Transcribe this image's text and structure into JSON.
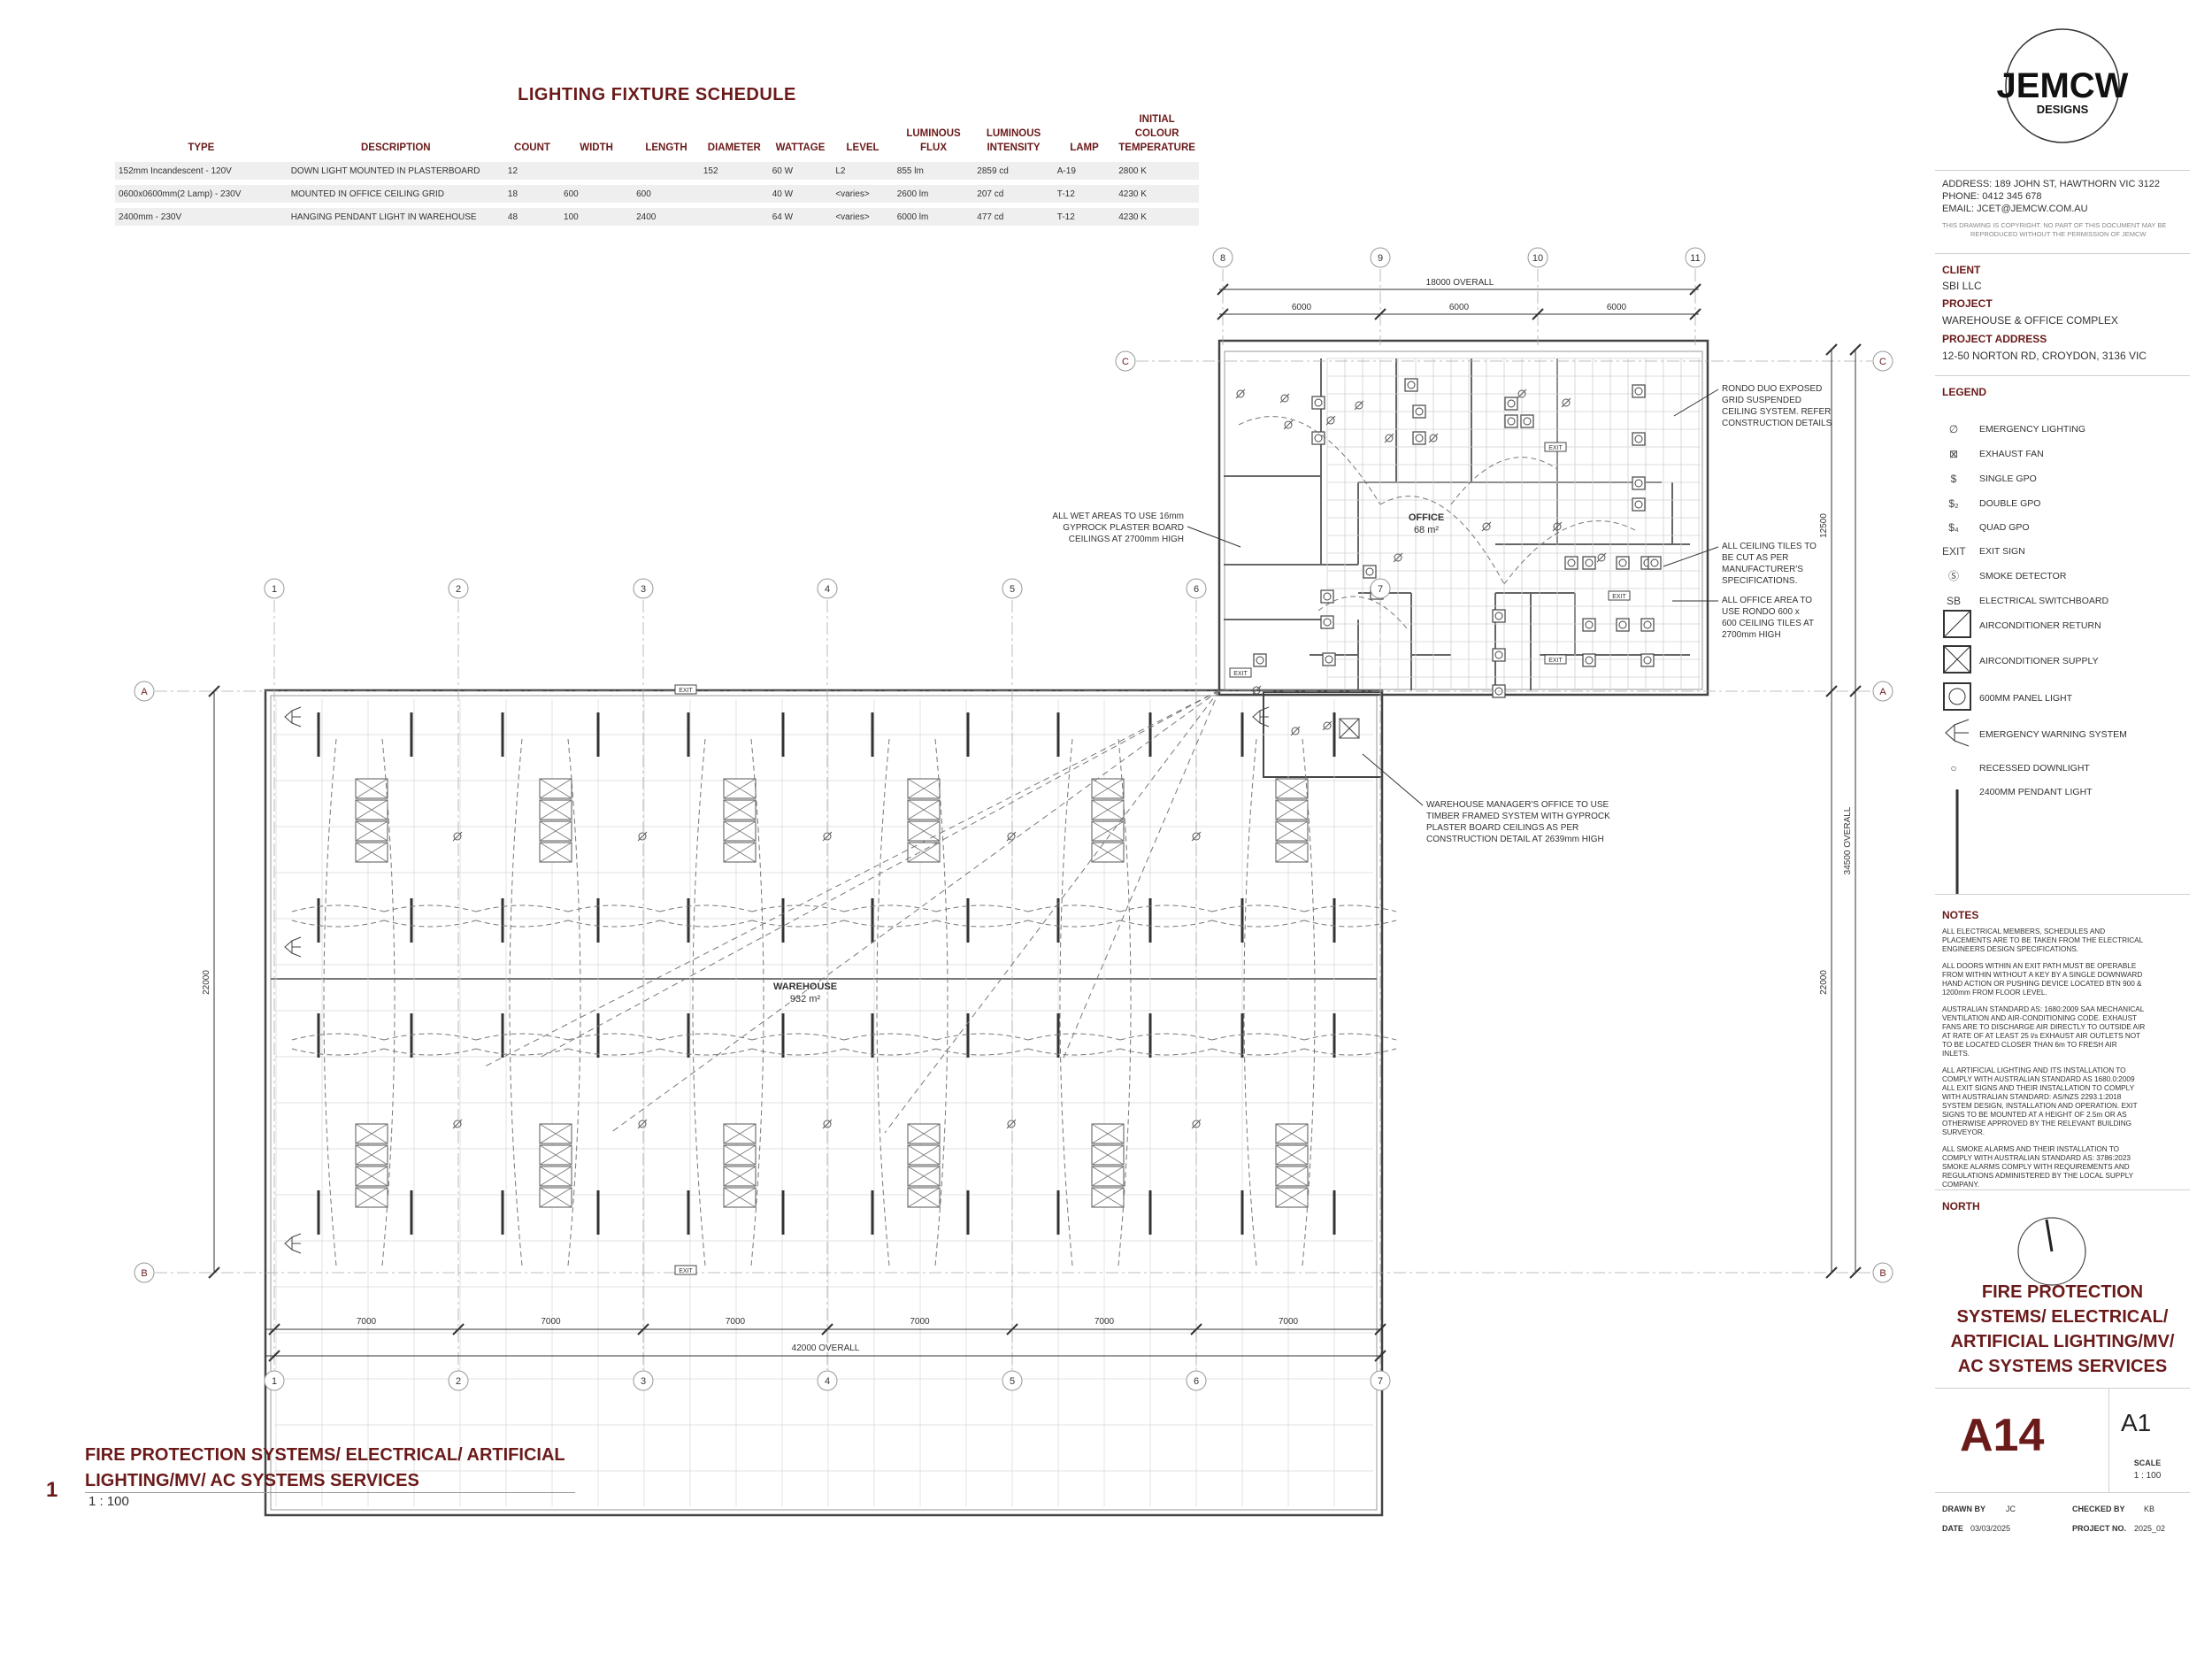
{
  "schedule": {
    "title": "LIGHTING FIXTURE SCHEDULE",
    "headers": [
      "TYPE",
      "DESCRIPTION",
      "COUNT",
      "WIDTH",
      "LENGTH",
      "DIAMETER",
      "WATTAGE",
      "LEVEL",
      "LUMINOUS FLUX",
      "LUMINOUS INTENSITY",
      "LAMP",
      "INITIAL COLOUR TEMPERATURE"
    ],
    "rows": [
      [
        "152mm Incandescent - 120V",
        "DOWN LIGHT MOUNTED IN PLASTERBOARD",
        "12",
        "",
        "",
        "152",
        "60 W",
        "L2",
        "855 lm",
        "2859 cd",
        "A-19",
        "2800 K"
      ],
      [
        "0600x0600mm(2 Lamp) - 230V",
        "MOUNTED IN OFFICE CEILING GRID",
        "18",
        "600",
        "600",
        "",
        "40 W",
        "<varies>",
        "2600 lm",
        "207 cd",
        "T-12",
        "4230 K"
      ],
      [
        "2400mm - 230V",
        "HANGING PENDANT LIGHT IN WAREHOUSE",
        "48",
        "100",
        "2400",
        "",
        "64 W",
        "<varies>",
        "6000 lm",
        "477 cd",
        "T-12",
        "4230 K"
      ]
    ]
  },
  "logo": {
    "name": "JEMCW",
    "sub": "DESIGNS"
  },
  "company": {
    "address": "ADDRESS: 189 JOHN ST, HAWTHORN VIC 3122",
    "phone": "PHONE: 0412 345 678",
    "email": "EMAIL: JCET@JEMCW.COM.AU",
    "copyright1": "THIS DRAWING IS COPYRIGHT. NO PART OF THIS DOCUMENT MAY BE",
    "copyright2": "REPRODUCED WITHOUT THE PERMISSION OF JEMCW"
  },
  "client": {
    "label": "CLIENT",
    "value": "SBI LLC"
  },
  "project": {
    "label": "PROJECT",
    "value": "WAREHOUSE & OFFICE COMPLEX"
  },
  "project_address": {
    "label": "PROJECT ADDRESS",
    "value": "12-50 NORTON RD, CROYDON, 3136 VIC"
  },
  "legend": {
    "title": "LEGEND",
    "items": [
      {
        "sym": "∅",
        "label": "EMERGENCY LIGHTING"
      },
      {
        "sym": "⊠",
        "label": "EXHAUST FAN"
      },
      {
        "sym": "$",
        "label": "SINGLE GPO"
      },
      {
        "sym": "$₂",
        "label": "DOUBLE GPO"
      },
      {
        "sym": "$₄",
        "label": "QUAD GPO"
      },
      {
        "sym": "EXIT",
        "label": "EXIT SIGN"
      },
      {
        "sym": "Ⓢ",
        "label": "SMOKE DETECTOR"
      },
      {
        "sym": "SB",
        "label": "ELECTRICAL SWITCHBOARD"
      },
      {
        "sym": "",
        "label": "AIRCONDITIONER RETURN"
      },
      {
        "sym": "",
        "label": "AIRCONDITIONER SUPPLY"
      },
      {
        "sym": "",
        "label": "600MM PANEL LIGHT"
      },
      {
        "sym": "",
        "label": "EMERGENCY WARNING SYSTEM"
      },
      {
        "sym": "○",
        "label": "RECESSED DOWNLIGHT"
      },
      {
        "sym": "",
        "label": "2400MM PENDANT LIGHT"
      }
    ]
  },
  "notes": {
    "title": "NOTES",
    "items": [
      "ALL ELECTRICAL MEMBERS, SCHEDULES AND PLACEMENTS ARE TO BE TAKEN FROM THE ELECTRICAL ENGINEERS DESIGN SPECIFICATIONS.",
      "ALL DOORS WITHIN AN EXIT PATH MUST BE OPERABLE FROM WITHIN WITHOUT A KEY BY A SINGLE DOWNWARD HAND ACTION OR PUSHING DEVICE LOCATED BTN 900 & 1200mm FROM FLOOR LEVEL.",
      "AUSTRALIAN STANDARD AS: 1680:2009 SAA MECHANICAL VENTILATION AND AIR-CONDITIONING CODE. EXHAUST FANS ARE TO DISCHARGE AIR DIRECTLY TO OUTSIDE AIR AT RATE OF AT LEAST 25 l/s EXHAUST AIR OUTLETS NOT TO BE LOCATED CLOSER THAN 6m TO FRESH AIR INLETS.",
      "ALL ARTIFICIAL LIGHTING AND ITS INSTALLATION TO COMPLY WITH AUSTRALIAN STANDARD AS 1680.0:2009 ALL EXIT SIGNS AND THEIR INSTALLATION TO COMPLY WITH AUSTRALIAN STANDARD: AS/NZS 2293.1:2018 SYSTEM DESIGN, INSTALLATION AND OPERATION. EXIT SIGNS TO BE MOUNTED AT A HEIGHT OF 2.5m OR AS OTHERWISE APPROVED BY THE RELEVANT BUILDING SURVEYOR.",
      "ALL SMOKE ALARMS AND THEIR INSTALLATION TO COMPLY WITH AUSTRALIAN STANDARD AS: 3786:2023 SMOKE ALARMS COMPLY WITH REQUIREMENTS AND REGULATIONS ADMINISTERED BY THE LOCAL SUPPLY COMPANY."
    ]
  },
  "north": {
    "label": "NORTH"
  },
  "sheet": {
    "title": "FIRE PROTECTION SYSTEMS/ ELECTRICAL/ ARTIFICIAL LIGHTING/MV/ AC SYSTEMS SERVICES",
    "title_lines": [
      "FIRE PROTECTION",
      "SYSTEMS/ ELECTRICAL/",
      "ARTIFICIAL LIGHTING/MV/",
      "AC SYSTEMS SERVICES"
    ],
    "number": "A14",
    "size": "A1",
    "scale_label": "SCALE",
    "scale": "1 : 100",
    "drawn_by_label": "DRAWN BY",
    "drawn_by": "JC",
    "checked_by_label": "CHECKED BY",
    "checked_by": "KB",
    "date_label": "DATE",
    "date": "03/03/2025",
    "project_no_label": "PROJECT NO.",
    "project_no": "2025_02"
  },
  "view": {
    "number": "1",
    "title_line1": "FIRE PROTECTION SYSTEMS/ ELECTRICAL/ ARTIFICIAL",
    "title_line2": "LIGHTING/MV/ AC SYSTEMS SERVICES",
    "scale": "1 : 100"
  },
  "plan": {
    "grid_numbers": [
      "1",
      "2",
      "3",
      "4",
      "5",
      "6",
      "7"
    ],
    "grid_numbers_top": [
      "8",
      "9",
      "10",
      "11"
    ],
    "grid_letters": [
      "A",
      "B",
      "C"
    ],
    "bay_dims": [
      "7000",
      "7000",
      "7000",
      "7000",
      "7000",
      "7000"
    ],
    "overall_bottom": "42000 OVERALL",
    "office_dims": [
      "6000",
      "6000",
      "6000"
    ],
    "overall_top": "18000 OVERALL",
    "dim_left": "22000",
    "dim_right_lower": "22000",
    "dim_right_upper": "12500",
    "dim_right_overall": "34500 OVERALL",
    "warehouse_name": "WAREHOUSE",
    "warehouse_area": "932 m²",
    "office_name": "OFFICE",
    "office_area": "68 m²",
    "exit": "EXIT",
    "annotations": {
      "rondo1": "RONDO DUO EXPOSED",
      "rondo2": "GRID SUSPENDED",
      "rondo3": "CEILING SYSTEM. REFER",
      "rondo4": "CONSTRUCTION DETAILS",
      "wet1": "ALL WET AREAS TO USE 16mm",
      "wet2": "GYPROCK PLASTER BOARD",
      "wet3": "CEILINGS AT 2700mm HIGH",
      "tiles1": "ALL CEILING TILES TO",
      "tiles2": "BE CUT AS PER",
      "tiles3": "MANUFACTURER'S",
      "tiles4": "SPECIFICATIONS.",
      "off1": "ALL OFFICE AREA TO",
      "off2": "USE RONDO 600 x",
      "off3": "600 CEILING TILES AT",
      "off4": "2700mm HIGH",
      "mgr1": "WAREHOUSE MANAGER'S OFFICE TO USE",
      "mgr2": "TIMBER FRAMED SYSTEM WITH GYPROCK",
      "mgr3": "PLASTER BOARD CEILINGS AS PER",
      "mgr4": "CONSTRUCTION DETAIL AT 2639mm HIGH"
    }
  },
  "colors": {
    "accent": "#6b1a1a",
    "line": "#444444",
    "light": "#bbbbbb"
  }
}
